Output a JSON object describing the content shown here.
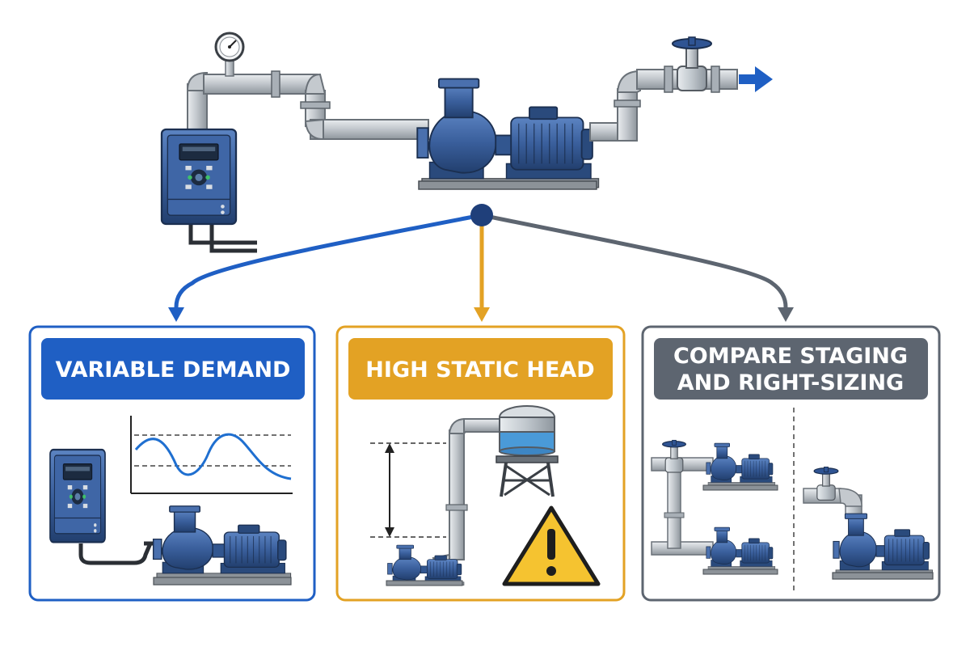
{
  "cards": [
    {
      "title_lines": [
        "VARIABLE DEMAND"
      ],
      "color": "#1f5fc4"
    },
    {
      "title_lines": [
        "HIGH STATIC HEAD"
      ],
      "color": "#e3a224"
    },
    {
      "title_lines": [
        "COMPARE STAGING",
        "AND RIGHT-SIZING"
      ],
      "color": "#5d6570"
    }
  ],
  "colors": {
    "pump_blue": "#3a5f9c",
    "pump_dark": "#22406f",
    "pipe_grey": "#b9bec4",
    "base_grey": "#8c9298",
    "flow_arrow": "#1f5fc4",
    "warning_yellow": "#f5c330"
  },
  "icons": [
    "variable-frequency-drive-icon",
    "centrifugal-pump-icon",
    "pressure-gauge-icon",
    "gate-valve-icon",
    "water-tower-icon",
    "warning-icon",
    "demand-curve-icon"
  ]
}
